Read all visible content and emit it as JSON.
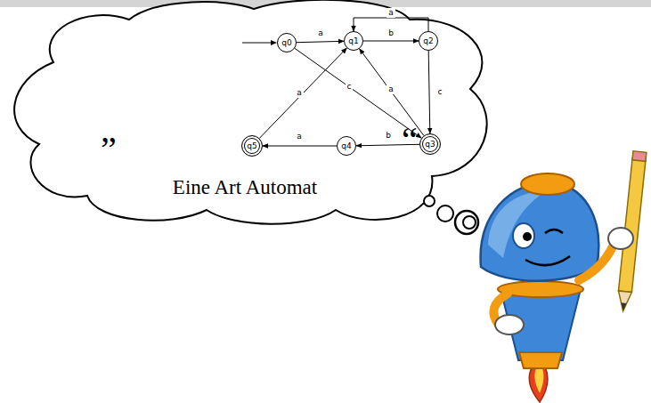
{
  "diagram": {
    "nodes": [
      {
        "text": [
          "q0"
        ]
      },
      {
        "text": [
          "q1"
        ]
      },
      {
        "text": [
          "q2"
        ]
      },
      {
        "text": [
          "q3"
        ]
      },
      {
        "text": [
          "q4"
        ]
      },
      {
        "text": [
          "q5"
        ]
      }
    ],
    "edges": [
      {
        "from": 0,
        "to": 1,
        "label": "a",
        "arrow": "to"
      },
      {
        "from": 1,
        "to": 2,
        "label": "b",
        "arrow": "to"
      },
      {
        "from": 2,
        "to": 1,
        "label": "a",
        "arrow": "to"
      },
      {
        "from": 2,
        "to": 3,
        "label": "c",
        "arrow": "to"
      },
      {
        "from": 0,
        "to": 3,
        "label": "c",
        "arrow": "to"
      },
      {
        "from": 3,
        "to": 1,
        "label": "a",
        "arrow": "to"
      },
      {
        "from": 3,
        "to": 4,
        "label": "b",
        "arrow": "to"
      },
      {
        "from": 4,
        "to": 5,
        "label": "a",
        "arrow": "to"
      },
      {
        "from": 5,
        "to": 1,
        "label": "a",
        "arrow": "to"
      }
    ],
    "labels": [
      "”",
      "Eine Art Automat",
      "“"
    ]
  }
}
